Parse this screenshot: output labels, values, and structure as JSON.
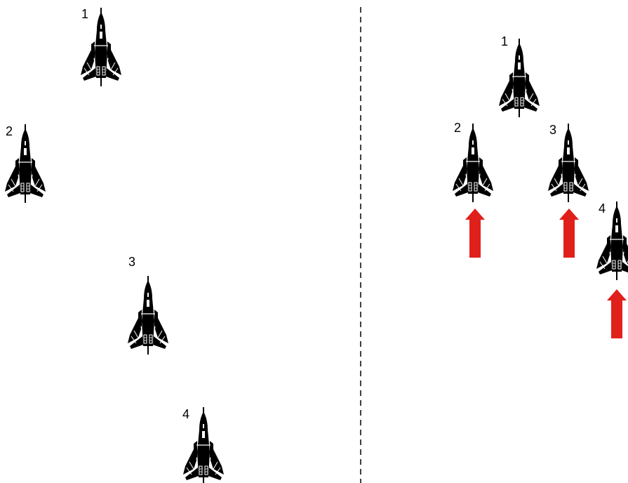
{
  "colors": {
    "aircraft": "#000000",
    "aircraft_detail": "#ffffff",
    "arrow": "#e0201b",
    "divider": "#000000",
    "background": "#ffffff"
  },
  "left_panel": {
    "aircraft": [
      {
        "label": "1",
        "icon": "jet-fighter-icon"
      },
      {
        "label": "2",
        "icon": "jet-fighter-icon"
      },
      {
        "label": "3",
        "icon": "jet-fighter-icon"
      },
      {
        "label": "4",
        "icon": "jet-fighter-icon"
      }
    ]
  },
  "right_panel": {
    "aircraft": [
      {
        "label": "1",
        "icon": "jet-fighter-icon"
      },
      {
        "label": "2",
        "icon": "jet-fighter-icon"
      },
      {
        "label": "3",
        "icon": "jet-fighter-icon"
      },
      {
        "label": "4",
        "icon": "jet-fighter-icon"
      }
    ],
    "arrows": [
      {
        "icon": "up-arrow-icon",
        "direction": "up"
      },
      {
        "icon": "up-arrow-icon",
        "direction": "up"
      },
      {
        "icon": "up-arrow-icon",
        "direction": "up"
      }
    ]
  },
  "divider": {
    "style": "dashed"
  }
}
